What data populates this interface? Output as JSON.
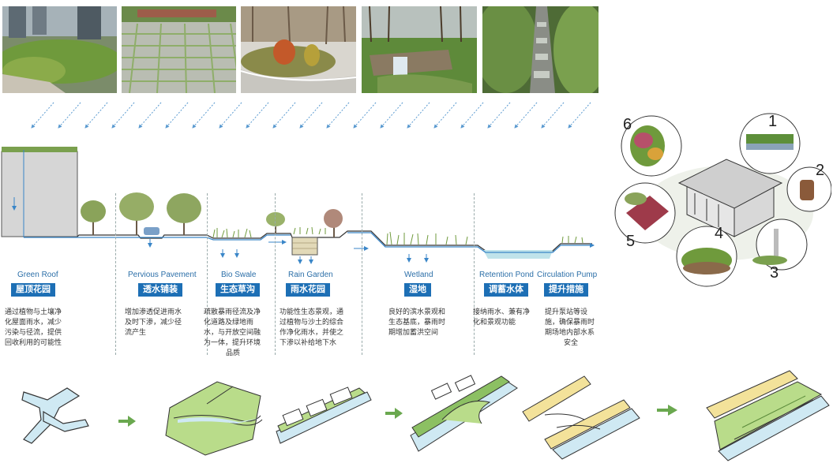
{
  "photos": [
    {
      "name": "green-roof-photo"
    },
    {
      "name": "pervious-pavement-photo"
    },
    {
      "name": "bio-swale-photo"
    },
    {
      "name": "rain-garden-photo"
    },
    {
      "name": "wetland-channel-photo"
    }
  ],
  "sections": [
    {
      "en": "Green Roof",
      "cn": "屋顶花园",
      "desc": [
        "通过植物与土壤净",
        "化屋面雨水，减少",
        "污染与径流，提供",
        "回收利用的可能性"
      ]
    },
    {
      "en": "Pervious Pavement",
      "cn": "透水铺装",
      "desc": [
        "增加渗透促进雨水",
        "及时下渗，减少径",
        "流产生"
      ]
    },
    {
      "en": "Bio Swale",
      "cn": "生态草沟",
      "desc": [
        "疏散暴雨径流及净",
        "化道路及绿地雨",
        "水，与开放空间融",
        "为一体，提升环境",
        "品质"
      ]
    },
    {
      "en": "Rain Garden",
      "cn": "雨水花园",
      "desc": [
        "功能性生态景观，通",
        "过植物与沙土的综合",
        "作净化雨水，并使之",
        "下渗以补给地下水"
      ]
    },
    {
      "en": "Wetland",
      "cn": "湿地",
      "desc": [
        "良好的滨水景观和",
        "生态基底，暴雨时",
        "期增加蓄洪空间"
      ]
    },
    {
      "en": "Retention Pond",
      "cn": "调蓄水体",
      "desc": [
        "接纳雨水、兼有净",
        "化和景观功能"
      ]
    },
    {
      "en": "Circulation Pump",
      "cn": "提升措施",
      "desc": [
        "提升泵站等设",
        "施，确保暴雨时",
        "期场地内部水系",
        "安全"
      ]
    }
  ],
  "house_callouts": [
    "1",
    "2",
    "3",
    "4",
    "5",
    "6"
  ],
  "colors": {
    "label_blue": "#1d6fb5",
    "water_line": "#3a86c8",
    "sketch_green": "#9ccc65",
    "sketch_yellow": "#f3e29a",
    "sketch_blue": "#a9d7ea"
  }
}
